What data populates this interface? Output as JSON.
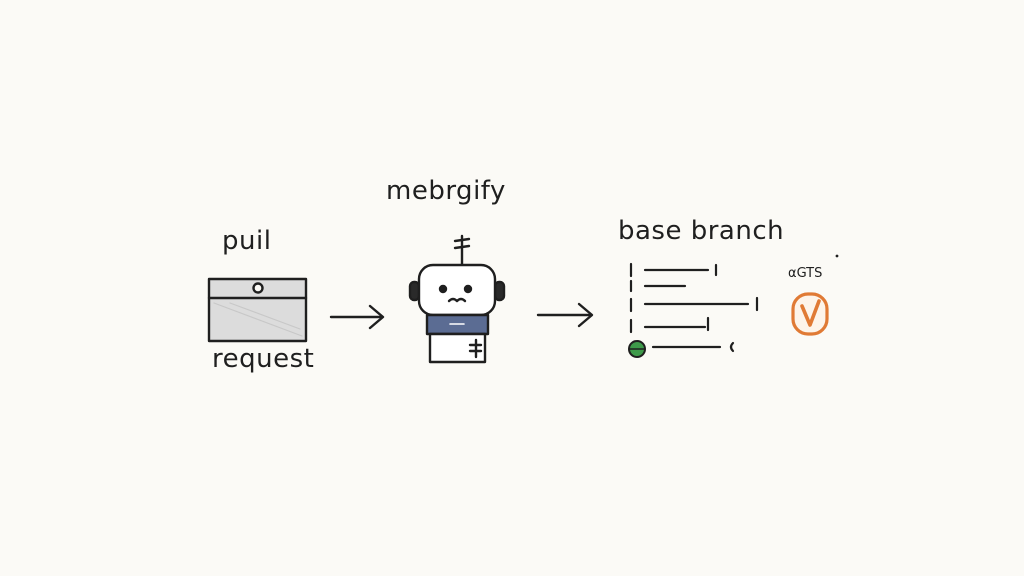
{
  "labels": {
    "pull": "puil",
    "request": "request",
    "bot": "mebrgify",
    "branch": "base branch",
    "checks": "αGTS"
  },
  "colors": {
    "ink": "#1f1f1f",
    "window_fill": "#d9d9d9",
    "bot_body": "#5b6c93",
    "commit_dot": "#3e9a4a",
    "check_badge": "#e07a35",
    "background": "#fbfaf6"
  },
  "icons": {
    "pull_request": "pr-window-icon",
    "bot": "robot-icon",
    "branch": "branch-lines-icon",
    "checks": "check-badge-icon",
    "arrow": "arrow-right-icon"
  }
}
